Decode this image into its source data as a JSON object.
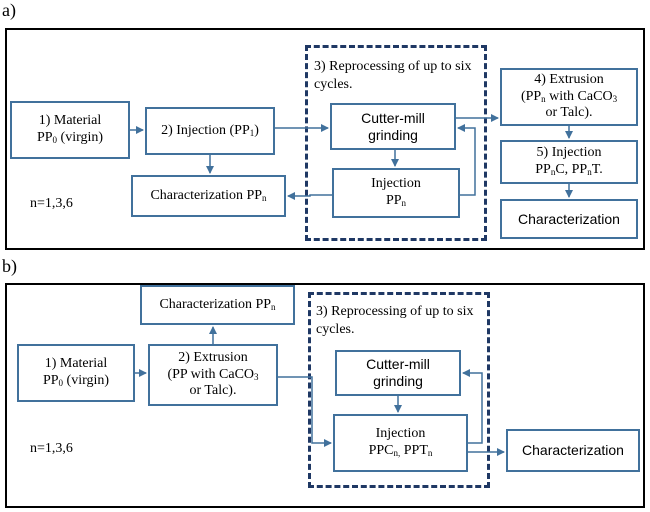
{
  "panel_a": {
    "label": "a)",
    "material": {
      "line1": "1) Material",
      "pp": "PP",
      "sub": "0",
      "rest": " (virgin)"
    },
    "injection": {
      "text": "2) Injection (PP",
      "sub": "1",
      "close": ")"
    },
    "characterization": {
      "text": "Characterization PP",
      "sub": "n"
    },
    "reprocessing": "3) Reprocessing of up to six cycles.",
    "cutter_mill": "Cutter-mill grinding",
    "injection_ppn": {
      "line1": "Injection",
      "pp": "PP",
      "sub": "n"
    },
    "extrusion": {
      "line1": "4) Extrusion",
      "pp": "(PP",
      "sub": "n",
      "with": " with CaCO",
      "sub3": "3",
      "line3": "or Talc)."
    },
    "injection5": {
      "line1": "5) Injection",
      "pp": "PP",
      "sub1": "n",
      "c": "C, PP",
      "sub2": "n",
      "t": "T."
    },
    "characterization_final": "Characterization",
    "cycles_note": "n=1,3,6"
  },
  "panel_b": {
    "label": "b)",
    "characterization": {
      "text": "Characterization PP",
      "sub": "n"
    },
    "material": {
      "line1": "1) Material",
      "pp": "PP",
      "sub": "0",
      "rest": " (virgin)"
    },
    "extrusion": {
      "line1": "2) Extrusion",
      "line2": "(PP with CaCO",
      "sub3": "3",
      "line3": "or Talc)."
    },
    "reprocessing": "3) Reprocessing of up to six cycles.",
    "cutter_mill": "Cutter-mill grinding",
    "injection": {
      "line1": "Injection",
      "ppc": "PPC",
      "sub1": "n,",
      "ppt": " PPT",
      "sub2": "n"
    },
    "characterization_final": "Characterization",
    "cycles_note": "n=1,3,6"
  }
}
